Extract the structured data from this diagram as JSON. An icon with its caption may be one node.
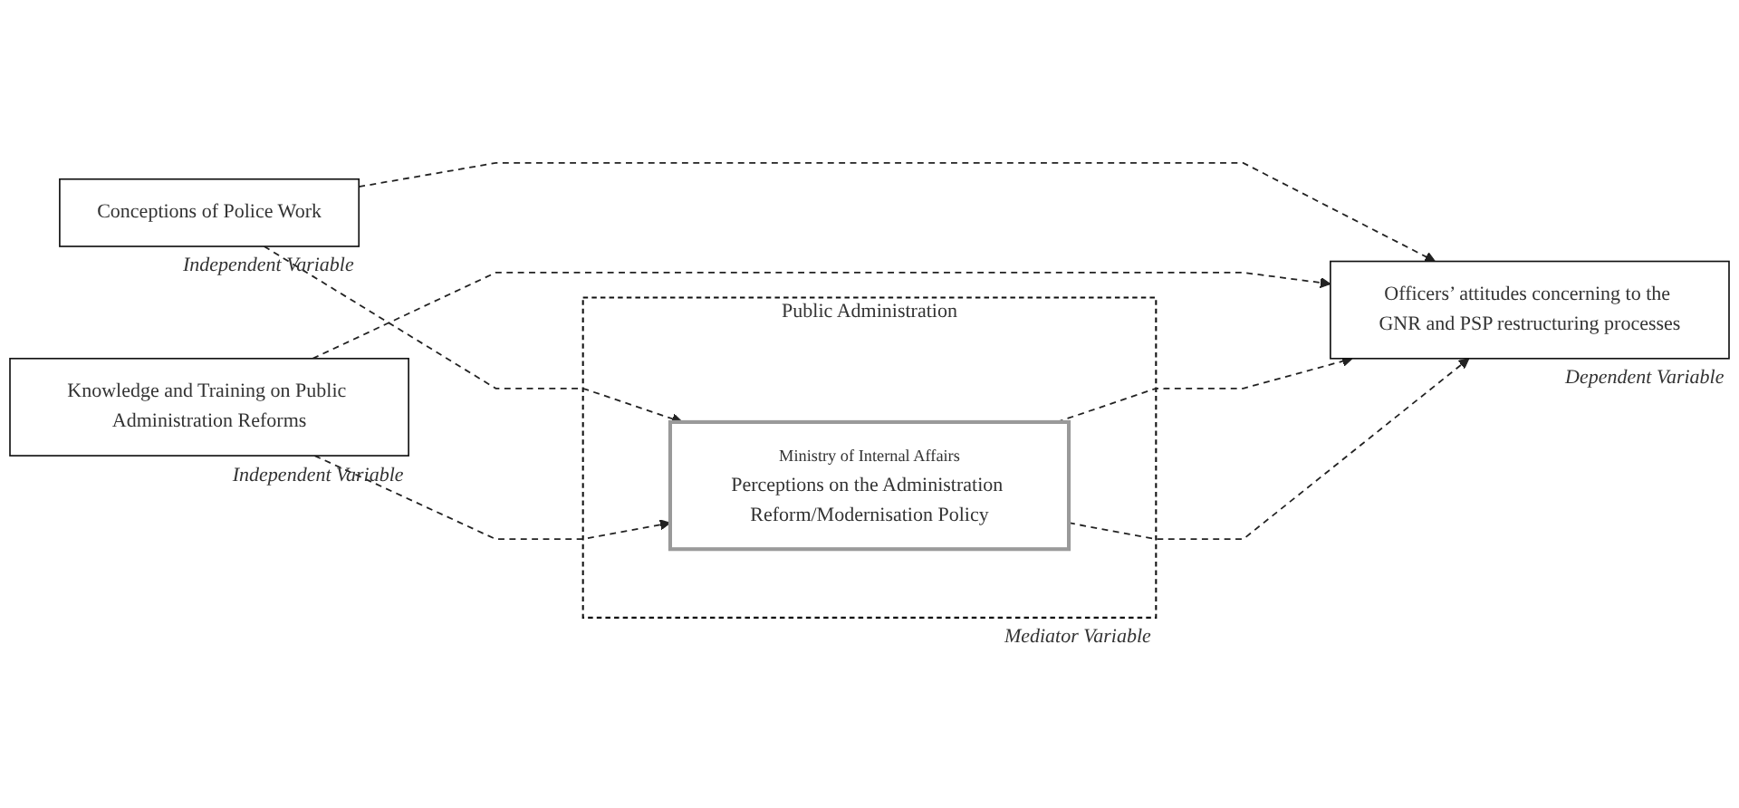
{
  "diagram": {
    "nodes": [
      {
        "text": [
          "Public Administration"
        ],
        "beside": [
          "Mediator Variable"
        ]
      },
      {
        "text": [
          "Ministry of Internal Affairs",
          "Perceptions on the Administration Reform/Modernisation Policy"
        ],
        "in": 0
      },
      {
        "text": [
          "Conceptions of Police Work"
        ],
        "beside": [
          "Independent Variable"
        ]
      },
      {
        "text": [
          "Knowledge and Training on Public Administration Reforms"
        ],
        "beside": [
          "Independent Variable"
        ]
      },
      {
        "text": [
          "Officers’ attitudes concerning to the GNR and PSP restructuring processes"
        ],
        "beside": [
          "Dependent Variable"
        ]
      }
    ],
    "edges": [
      {
        "from": 2,
        "to": 1,
        "arrow": "to",
        "style": "dashed"
      },
      {
        "from": 3,
        "to": 1,
        "arrow": "to",
        "style": "dashed"
      },
      {
        "from": 2,
        "to": 4,
        "arrow": "to",
        "style": "dashed"
      },
      {
        "from": 3,
        "to": 4,
        "arrow": "to",
        "style": "dashed"
      },
      {
        "from": 1,
        "to": 4,
        "arrow": "to",
        "style": "dashed"
      },
      {
        "from": 1,
        "to": 4,
        "arrow": "to",
        "style": "dashed"
      }
    ]
  }
}
